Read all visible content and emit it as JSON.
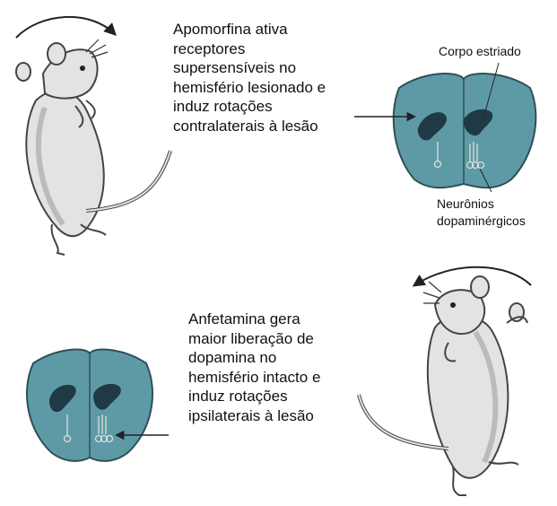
{
  "top_caption": [
    "Apomorfina ativa",
    "receptores",
    "supersensíveis no",
    "hemisfério lesionado e",
    "induz rotações",
    "contralaterais à lesão"
  ],
  "bottom_caption": [
    "Anfetamina gera",
    "maior liberação de",
    "dopamina no",
    "hemisfério intacto e",
    "induz rotações",
    "ipsilaterais à lesão"
  ],
  "labels": {
    "striatum": "Corpo estriado",
    "neurons_line1": "Neurônios",
    "neurons_line2": "dopaminérgicos"
  },
  "colors": {
    "brain_fill": "#5e9aa6",
    "brain_stroke": "#2f4f57",
    "striatum_fill": "#1f3a44",
    "rat_fill": "#e3e3e3",
    "rat_stroke": "#444444"
  },
  "icons": [
    "rat-top-figure",
    "rat-bottom-figure",
    "rotation-arrow-clockwise",
    "rotation-arrow-counterclockwise",
    "brain-top",
    "brain-bottom"
  ]
}
